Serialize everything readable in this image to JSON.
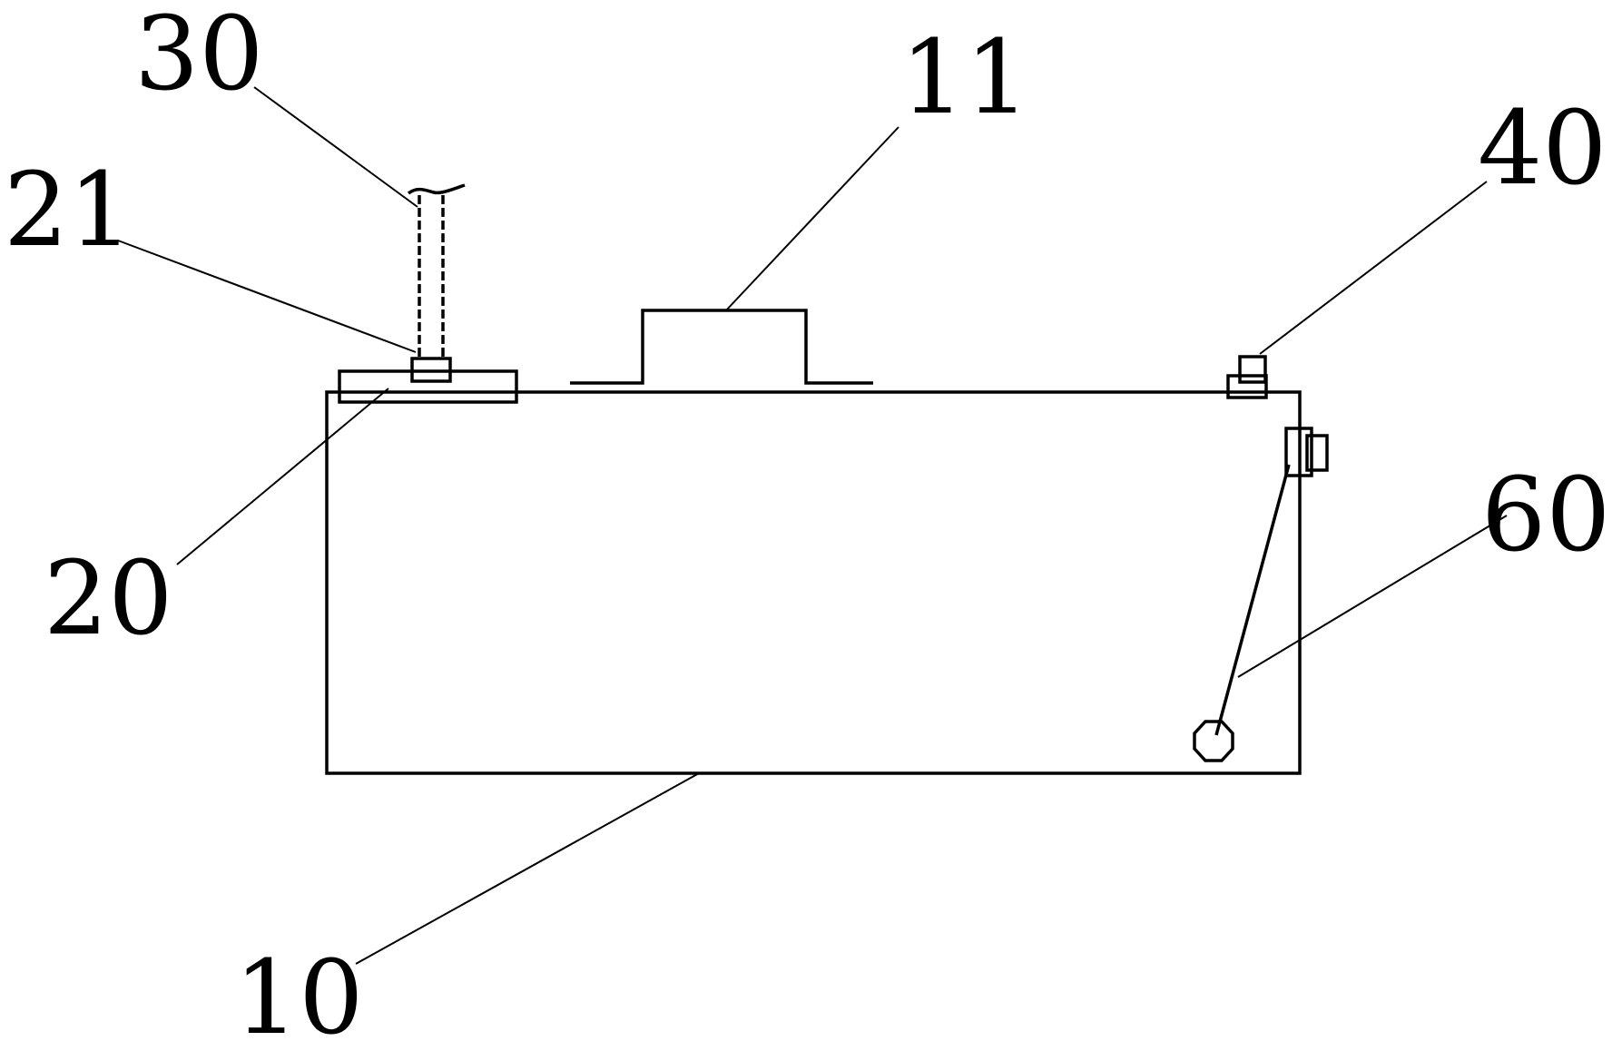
{
  "figure": {
    "labels": {
      "l10": "10",
      "l11": "11",
      "l20": "20",
      "l21": "21",
      "l30": "30",
      "l40": "40",
      "l60": "60"
    },
    "colors": {
      "line": "#000000",
      "background": "#ffffff"
    }
  }
}
